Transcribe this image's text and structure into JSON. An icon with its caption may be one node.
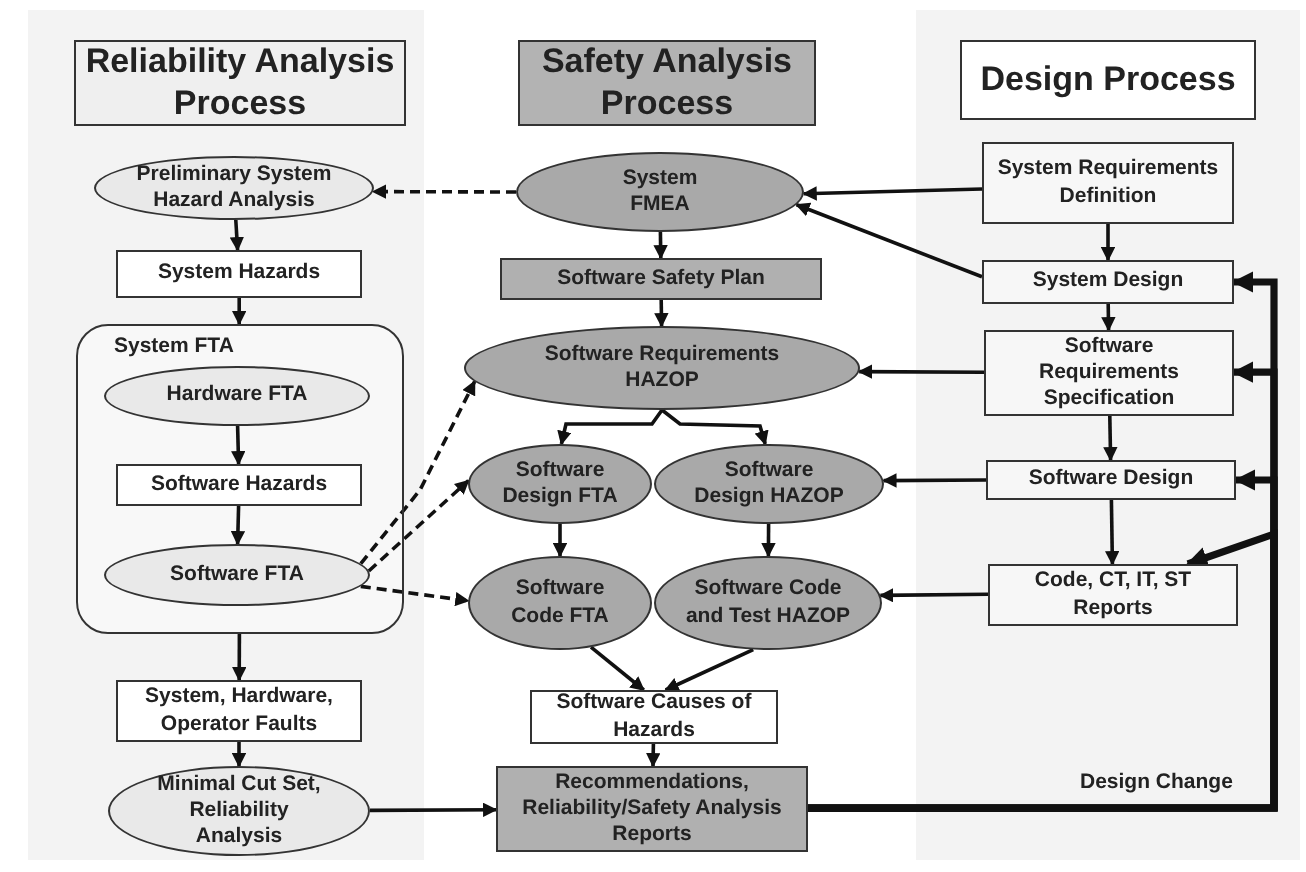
{
  "diagram": {
    "nodes": [
      {
        "text": [
          "Reliability Analysis Process"
        ]
      },
      {
        "text": [
          "Safety Analysis Process"
        ]
      },
      {
        "text": [
          "Design Process"
        ]
      },
      {
        "text": [
          "Preliminary System Hazard Analysis"
        ]
      },
      {
        "text": [
          "System Hazards"
        ]
      },
      {
        "text": [
          "System FTA"
        ]
      },
      {
        "text": [
          "Hardware FTA"
        ],
        "in": 5
      },
      {
        "text": [
          "Software Hazards"
        ],
        "in": 5
      },
      {
        "text": [
          "Software FTA"
        ],
        "in": 5
      },
      {
        "text": [
          "System, Hardware, Operator Faults"
        ]
      },
      {
        "text": [
          "Minimal Cut Set, Reliability Analysis"
        ]
      },
      {
        "text": [
          "System FMEA"
        ]
      },
      {
        "text": [
          "Software Safety Plan"
        ]
      },
      {
        "text": [
          "Software Requirements HAZOP"
        ]
      },
      {
        "text": [
          "Software Design FTA"
        ]
      },
      {
        "text": [
          "Software Design HAZOP"
        ]
      },
      {
        "text": [
          "Software Code FTA"
        ]
      },
      {
        "text": [
          "Software Code and Test HAZOP"
        ]
      },
      {
        "text": [
          "Software Causes of Hazards"
        ]
      },
      {
        "text": [
          "Recommendations, Reliability/Safety Analysis Reports"
        ]
      },
      {
        "text": [
          "System Requirements Definition"
        ]
      },
      {
        "text": [
          "System Design"
        ]
      },
      {
        "text": [
          "Software Requirements Specification"
        ]
      },
      {
        "text": [
          "Software Design"
        ]
      },
      {
        "text": [
          "Code, CT, IT, ST Reports"
        ]
      }
    ],
    "edges": [
      {
        "from": 11,
        "to": 3,
        "arrow": "to",
        "style": "dashed"
      },
      {
        "from": 3,
        "to": 4,
        "arrow": "to"
      },
      {
        "from": 4,
        "to": 5,
        "arrow": "to"
      },
      {
        "from": 6,
        "to": 7,
        "arrow": "to"
      },
      {
        "from": 7,
        "to": 8,
        "arrow": "to"
      },
      {
        "from": 5,
        "to": 9,
        "arrow": "to"
      },
      {
        "from": 9,
        "to": 10,
        "arrow": "to"
      },
      {
        "from": 10,
        "to": 19,
        "arrow": "to"
      },
      {
        "from": 11,
        "to": 12,
        "arrow": "to"
      },
      {
        "from": 12,
        "to": 13,
        "arrow": "to"
      },
      {
        "from": 13,
        "to": 14,
        "arrow": "to"
      },
      {
        "from": 13,
        "to": 15,
        "arrow": "to"
      },
      {
        "from": 14,
        "to": 16,
        "arrow": "to"
      },
      {
        "from": 15,
        "to": 17,
        "arrow": "to"
      },
      {
        "from": 16,
        "to": 18,
        "arrow": "to"
      },
      {
        "from": 17,
        "to": 18,
        "arrow": "to"
      },
      {
        "from": 18,
        "to": 19,
        "arrow": "to"
      },
      {
        "from": 8,
        "to": 13,
        "arrow": "to",
        "style": "dashed"
      },
      {
        "from": 8,
        "to": 14,
        "arrow": "to",
        "style": "dashed"
      },
      {
        "from": 8,
        "to": 16,
        "arrow": "to",
        "style": "dashed"
      },
      {
        "from": 20,
        "to": 11,
        "arrow": "to"
      },
      {
        "from": 21,
        "to": 11,
        "arrow": "to"
      },
      {
        "from": 20,
        "to": 21,
        "arrow": "to"
      },
      {
        "from": 21,
        "to": 22,
        "arrow": "to"
      },
      {
        "from": 22,
        "to": 13,
        "arrow": "to"
      },
      {
        "from": 22,
        "to": 23,
        "arrow": "to"
      },
      {
        "from": 23,
        "to": 15,
        "arrow": "to"
      },
      {
        "from": 23,
        "to": 24,
        "arrow": "to"
      },
      {
        "from": 24,
        "to": 17,
        "arrow": "to"
      },
      {
        "from": 19,
        "to": 21,
        "arrow": "to",
        "style": "thick"
      },
      {
        "from": 19,
        "to": 22,
        "arrow": "to",
        "style": "thick"
      },
      {
        "from": 19,
        "to": 23,
        "arrow": "to",
        "style": "thick"
      },
      {
        "from": 19,
        "to": 24,
        "arrow": "to",
        "style": "thick"
      }
    ],
    "labels": [
      "Design Change"
    ]
  }
}
